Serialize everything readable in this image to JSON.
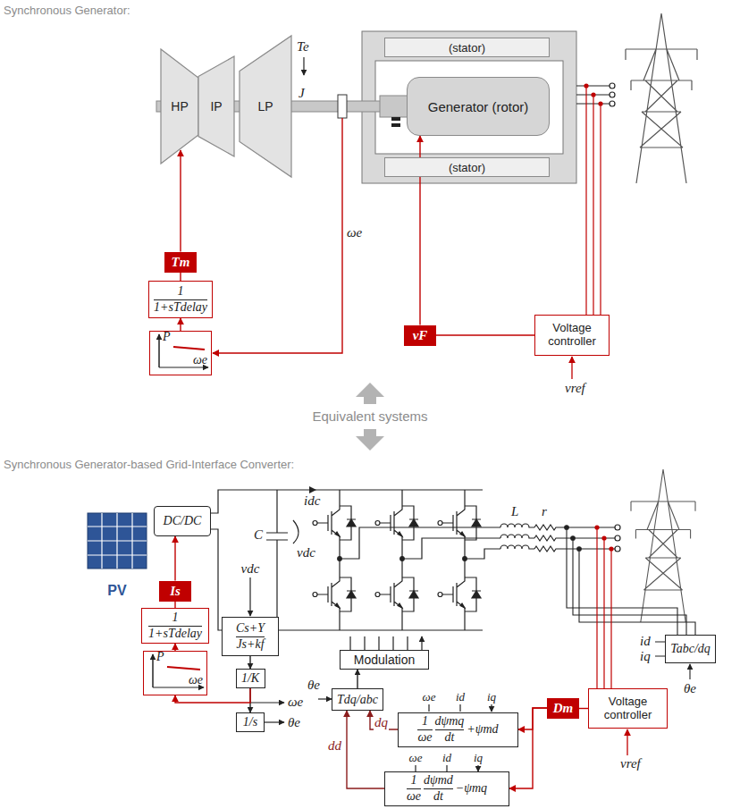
{
  "diagram": {
    "nodes": [
      {
        "text": [
          "HP"
        ]
      },
      {
        "text": [
          "IP"
        ]
      },
      {
        "text": [
          "LP"
        ]
      },
      {
        "text": [
          "Generator (rotor)"
        ]
      },
      {
        "text": [
          "(stator)"
        ]
      },
      {
        "text": [
          "(stator)"
        ]
      },
      {
        "text": [
          "Tm"
        ]
      },
      {
        "text": [
          "1",
          "1+sTdelay"
        ]
      },
      {
        "text": [
          "P",
          "ωe"
        ]
      },
      {
        "text": [
          "vF"
        ]
      },
      {
        "text": [
          "Voltage controller"
        ]
      },
      {
        "text": [
          "DC/DC"
        ]
      },
      {
        "text": [
          "PV"
        ]
      },
      {
        "text": [
          "Is"
        ]
      },
      {
        "text": [
          "1",
          "1+sTdelay"
        ]
      },
      {
        "text": [
          "P",
          "ωe"
        ]
      },
      {
        "text": [
          "Cs+Y",
          "Js+kf"
        ]
      },
      {
        "text": [
          "1/K"
        ]
      },
      {
        "text": [
          "1/s"
        ]
      },
      {
        "text": [
          "Modulation"
        ]
      },
      {
        "text": [
          "Tdq/abc"
        ]
      },
      {
        "text": [
          "Tabc/dq"
        ]
      },
      {
        "text": [
          "1",
          "ωe",
          "dψmq",
          "dt",
          "+ψmd"
        ]
      },
      {
        "text": [
          "1",
          "ωe",
          "dψmd",
          "dt",
          "−ψmq"
        ]
      },
      {
        "text": [
          "Dm"
        ]
      },
      {
        "text": [
          "Voltage controller"
        ]
      }
    ],
    "edges": [
      {
        "from": 8,
        "to": 7,
        "arrow": "to"
      },
      {
        "from": 7,
        "to": 6,
        "arrow": "none"
      },
      {
        "from": 6,
        "to": 0,
        "arrow": "to"
      },
      {
        "from": 10,
        "to": 9,
        "arrow": "none"
      },
      {
        "from": 9,
        "to": 3,
        "arrow": "to"
      },
      {
        "from": 15,
        "to": 14,
        "arrow": "to"
      },
      {
        "from": 14,
        "to": 13,
        "arrow": "none"
      },
      {
        "from": 13,
        "to": 11,
        "arrow": "to"
      },
      {
        "from": 16,
        "to": 17,
        "arrow": "to"
      },
      {
        "from": 17,
        "to": 18,
        "arrow": "to"
      },
      {
        "from": 17,
        "to": 15,
        "arrow": "to"
      },
      {
        "from": 20,
        "to": 19,
        "arrow": "to"
      },
      {
        "from": 22,
        "to": 20,
        "label": "dq",
        "arrow": "to"
      },
      {
        "from": 23,
        "to": 20,
        "label": "dd",
        "arrow": "to"
      },
      {
        "from": 25,
        "to": 24,
        "arrow": "none"
      },
      {
        "from": 24,
        "to": 22,
        "arrow": "to"
      },
      {
        "from": 24,
        "to": 23,
        "arrow": "to"
      }
    ],
    "labels": [
      "Synchronous Generator:",
      "Te",
      "J",
      "ωe",
      "vref",
      "Equivalent systems",
      "Synchronous Generator-based Grid-Interface Converter:",
      "C",
      "idc",
      "vdc",
      "L",
      "r",
      "vdc",
      "ωe",
      "θe",
      "θe",
      "id",
      "iq",
      "θe",
      "ωe",
      "id",
      "iq",
      "ωe",
      "id",
      "iq",
      "vref"
    ]
  }
}
